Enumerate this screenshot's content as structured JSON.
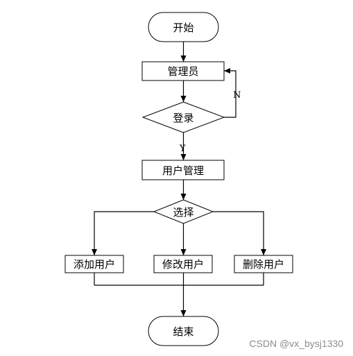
{
  "nodes": {
    "start": "开始",
    "admin": "管理员",
    "login": "登录",
    "user_management": "用户管理",
    "choose": "选择",
    "add_user": "添加用户",
    "modify_user": "修改用户",
    "delete_user": "删除用户",
    "end": "结束"
  },
  "edges": {
    "no_label": "N",
    "yes_label": "Y"
  },
  "watermark": "CSDN @vx_bysj1330"
}
